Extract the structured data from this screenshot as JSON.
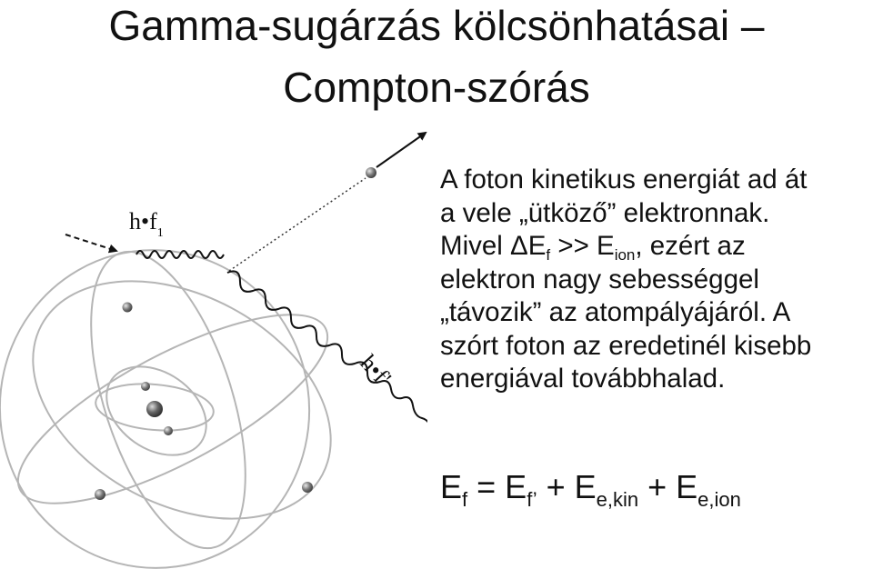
{
  "title": {
    "line1": "Gamma-sugárzás kölcsönhatásai –",
    "line2": "Compton-szórás"
  },
  "text": {
    "line1": "A foton kinetikus energiát ad át",
    "line2": "a vele „ütköző” elektronnak.",
    "line3_pre": "Mivel ΔE",
    "line3_sub1": "f",
    "line3_mid": " >> E",
    "line3_sub2": "ion",
    "line3_post": ", ezért az",
    "line4": "elektron nagy sebességgel",
    "line5": "„távozik” az atompályájáról. A",
    "line6": "szórt foton az eredetinél kisebb",
    "line7": "energiával továbbhalad."
  },
  "formula": {
    "t1": "E",
    "s1": "f",
    "t2": " = E",
    "s2": "f’",
    "t3": " + E",
    "s3": "e,kin",
    "t4": " + E",
    "s4": "e,ion"
  },
  "diagram": {
    "incoming_label": "h•f",
    "incoming_sub": "1",
    "scattered_label": "h•f'"
  },
  "colors": {
    "orbit": "#b5b5b5",
    "electron": "#6a6a6a",
    "nucleus": "#555555",
    "ink": "#111111"
  }
}
